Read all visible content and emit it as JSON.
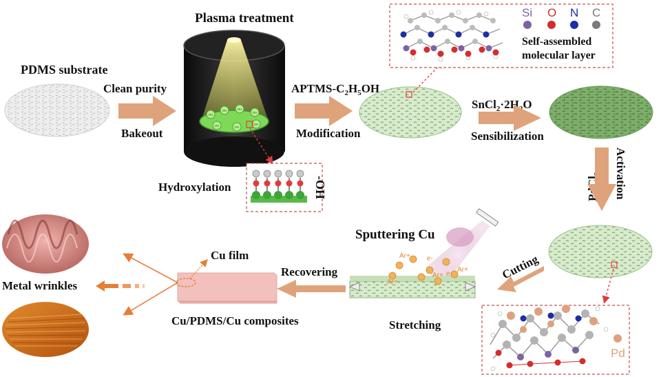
{
  "colors": {
    "arrow": "#d9a57c",
    "dashed_red": "#c0504d",
    "si": "#7b62a6",
    "o": "#d62c2c",
    "n": "#1c2ea6",
    "c": "#7a7a7a",
    "pd": "#e0a07e",
    "green_film": "#7fae6c",
    "copper": "#f2c1bd"
  },
  "labels": {
    "pdms_substrate": "PDMS substrate",
    "plasma_treatment": "Plasma treatment",
    "clean_purity": "Clean purity",
    "bakeout": "Bakeout",
    "aptms_text": "APTMS-C",
    "aptms_sub": "2",
    "aptms_h": "H",
    "aptms_sub2": "5",
    "aptms_tail": "OH",
    "modification": "Modification",
    "sncl2_text": "SnCl",
    "sncl2_sub": "2",
    "sncl2_tail": "·2H",
    "sncl2_sub2": "2",
    "sncl2_o": "O",
    "sensibilization": "Sensibilization",
    "self_assembled_1": "Self-assembled",
    "self_assembled_2": "molecular layer",
    "hydroxylation": "Hydroxylation",
    "oh_group": "-OH",
    "pdcl2_text": "PdCl",
    "pdcl2_sub": "2",
    "activation": "Activation",
    "cutting": "Cutting",
    "sputtering_cu": "Sputtering Cu",
    "stretching": "Stretching",
    "recovering": "Recovering",
    "cu_film": "Cu film",
    "composites": "Cu/PDMS/Cu  composites",
    "metal_wrinkles": "Metal wrinkles",
    "ar_plus": "Ar+",
    "e_minus": "e-"
  },
  "legend": {
    "si": "Si",
    "o": "O",
    "n": "N",
    "c": "C",
    "pd": "Pd"
  },
  "plasma_oh": [
    "OH",
    "OH",
    "OH",
    "OH",
    "OH",
    "OH",
    "OH"
  ]
}
